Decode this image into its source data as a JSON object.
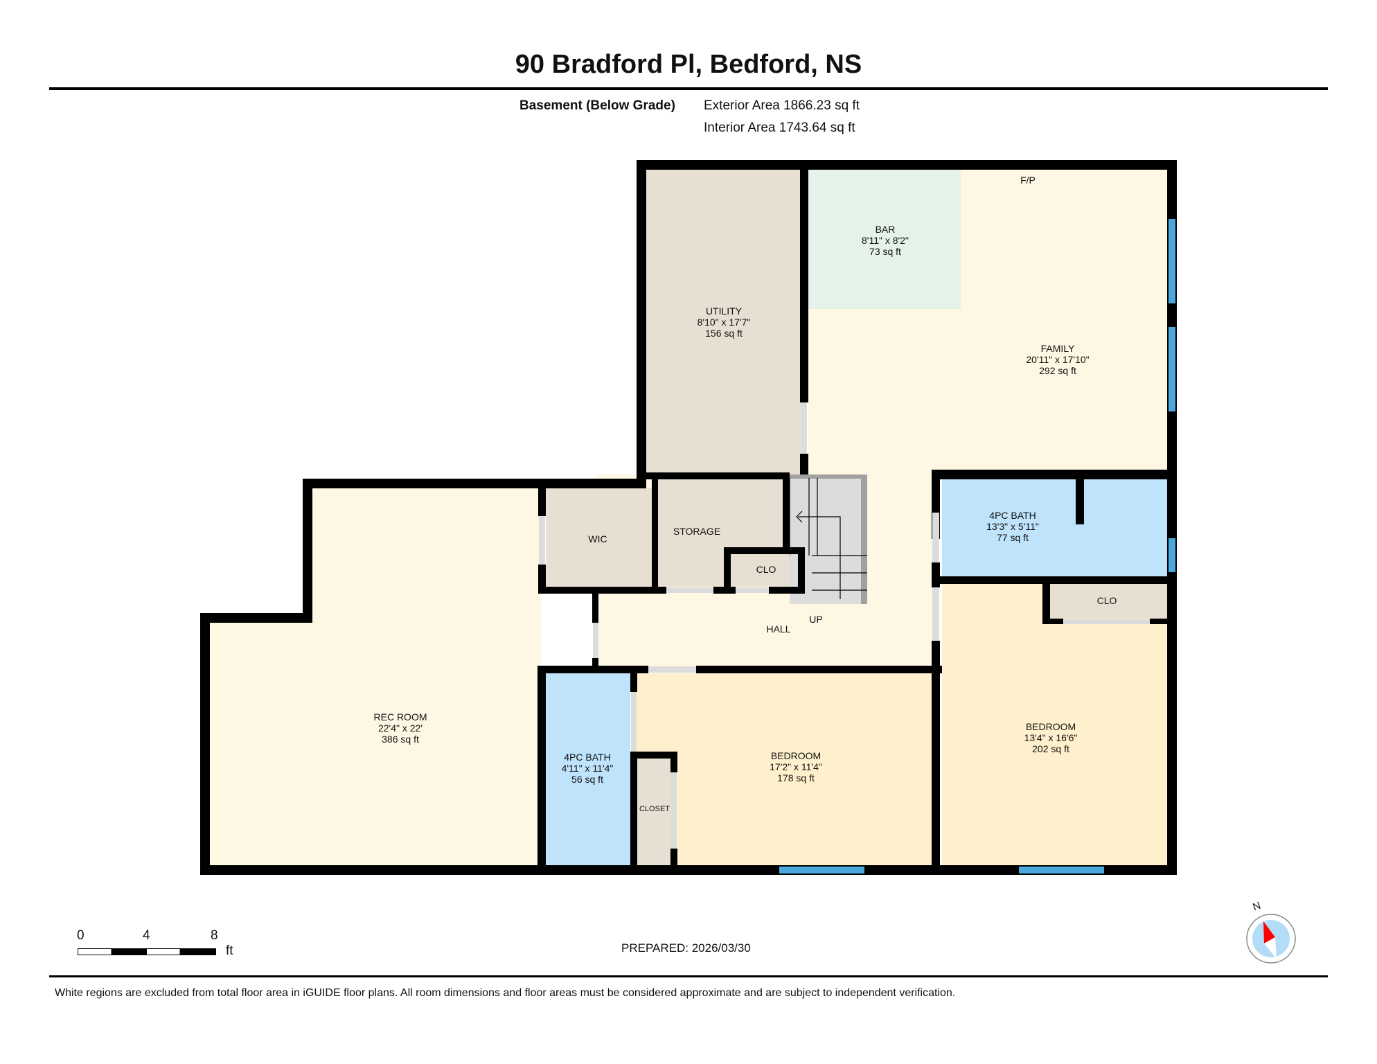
{
  "header": {
    "title": "90 Bradford Pl, Bedford, NS",
    "floor_label": "Basement (Below Grade)",
    "exterior_area": "Exterior Area 1866.23 sq ft",
    "interior_area": "Interior Area 1743.64 sq ft"
  },
  "rooms": {
    "utility": {
      "name": "UTILITY",
      "dims": "8'10\" x 17'7\"",
      "area": "156 sq ft"
    },
    "bar": {
      "name": "BAR",
      "dims": "8'11\" x 8'2\"",
      "area": "73 sq ft"
    },
    "family": {
      "name": "FAMILY",
      "dims": "20'11\" x 17'10\"",
      "area": "292 sq ft",
      "fp": "F/P"
    },
    "bath_upper": {
      "name": "4PC BATH",
      "dims": "13'3\" x 5'11\"",
      "area": "77 sq ft"
    },
    "rec_room": {
      "name": "REC ROOM",
      "dims": "22'4\" x 22'",
      "area": "386 sq ft"
    },
    "wic": {
      "name": "WIC"
    },
    "storage": {
      "name": "STORAGE"
    },
    "clo_hall": {
      "name": "CLO"
    },
    "clo_bed": {
      "name": "CLO"
    },
    "hall": {
      "name": "HALL"
    },
    "stairs": {
      "name": "UP"
    },
    "bath_lower": {
      "name": "4PC BATH",
      "dims": "4'11\" x 11'4\"",
      "area": "56 sq ft"
    },
    "closet": {
      "name": "CLOSET"
    },
    "bedroom_mid": {
      "name": "BEDROOM",
      "dims": "17'2\" x 11'4\"",
      "area": "178 sq ft"
    },
    "bedroom_right": {
      "name": "BEDROOM",
      "dims": "13'4\" x 16'6\"",
      "area": "202 sq ft"
    }
  },
  "scale_bar": {
    "ticks": [
      "0",
      "4",
      "8"
    ],
    "unit": "ft"
  },
  "prepared": "PREPARED: 2026/03/30",
  "compass": {
    "label": "N"
  },
  "footer": {
    "disclaimer": "White regions are excluded from total floor area in iGUIDE floor plans. All room dimensions and floor areas must be considered approximate and are subject to independent verification."
  },
  "colors": {
    "living": "#fdf7e3",
    "bedroom": "#fef0cc",
    "bath": "#bee3fb",
    "utility": "#e7dfd2",
    "bar": "#e4f2ea",
    "window": "#4aa8dd",
    "wall": "#000000"
  }
}
